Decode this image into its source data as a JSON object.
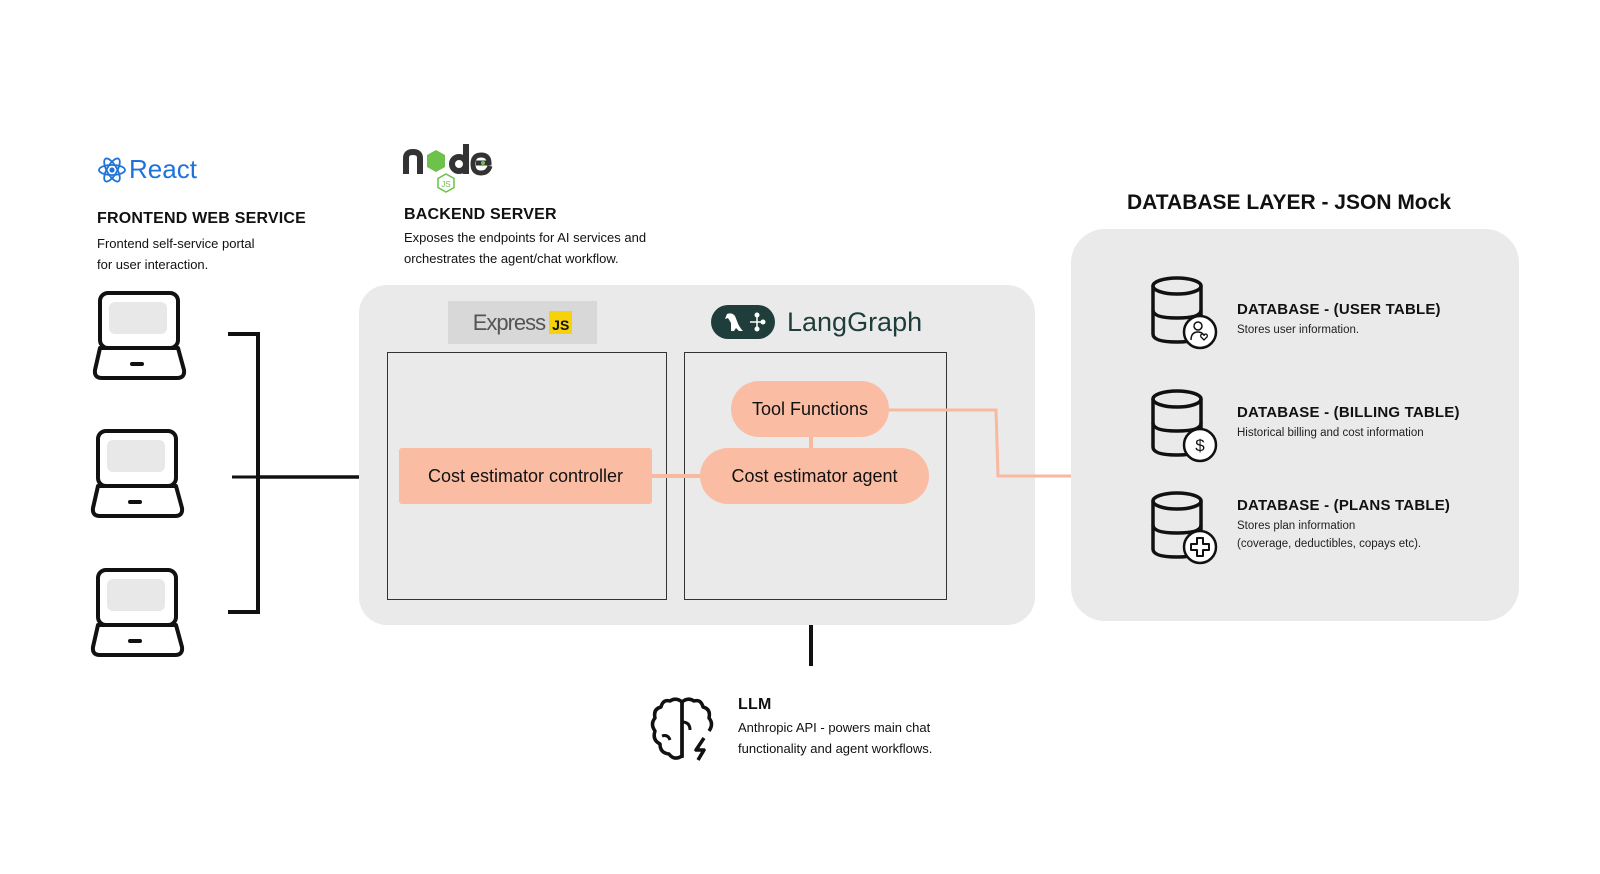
{
  "frontend": {
    "logo_text": "React",
    "title": "FRONTEND WEB SERVICE",
    "desc_line1": "Frontend self-service portal",
    "desc_line2": "for user interaction.",
    "clients": [
      "laptop-client-1",
      "laptop-client-2",
      "laptop-client-3"
    ]
  },
  "backend": {
    "logo_text": "node",
    "logo_sub": "JS",
    "title": "BACKEND SERVER",
    "desc_line1": "Exposes the endpoints for AI services and",
    "desc_line2": "orchestrates the agent/chat workflow.",
    "express": {
      "label": "Express",
      "badge": "JS"
    },
    "langgraph": {
      "label": "LangGraph"
    },
    "nodes": {
      "controller": "Cost estimator controller",
      "tools": "Tool Functions",
      "agent": "Cost estimator agent"
    }
  },
  "llm": {
    "title": "LLM",
    "desc_line1": "Anthropic API - powers main chat",
    "desc_line2": "functionality and agent workflows."
  },
  "database": {
    "layer_title": "DATABASE LAYER - JSON Mock",
    "tables": [
      {
        "title": "DATABASE - (USER TABLE)",
        "desc_line1": "Stores user information.",
        "desc_line2": "",
        "badge_icon": "user-heart-icon"
      },
      {
        "title": "DATABASE - (BILLING TABLE)",
        "desc_line1": "Historical billing and cost information",
        "desc_line2": "",
        "badge_icon": "dollar-icon"
      },
      {
        "title": "DATABASE - (PLANS TABLE)",
        "desc_line1": "Stores plan information",
        "desc_line2": "(coverage, deductibles, copays etc).",
        "badge_icon": "plus-icon"
      }
    ]
  },
  "colors": {
    "accent_node": "#fbbca4",
    "connector_orange": "#f9b9a0",
    "panel_bg": "#eaeaea",
    "react_blue": "#1e73d9",
    "langgraph_green": "#1f3d3a",
    "express_badge": "#f5d20c",
    "node_green": "#6cc24a"
  }
}
